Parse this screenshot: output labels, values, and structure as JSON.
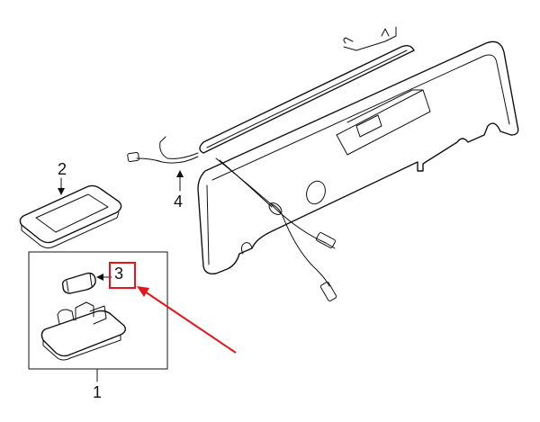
{
  "diagram": {
    "callouts": [
      {
        "id": "1",
        "label": "1"
      },
      {
        "id": "2",
        "label": "2"
      },
      {
        "id": "3",
        "label": "3"
      },
      {
        "id": "4",
        "label": "4"
      }
    ],
    "highlight": {
      "target_callout": "3",
      "box_color": "#e8141c",
      "arrow_color": "#e8141c"
    },
    "line_color": "#111111",
    "background_color": "#ffffff"
  }
}
